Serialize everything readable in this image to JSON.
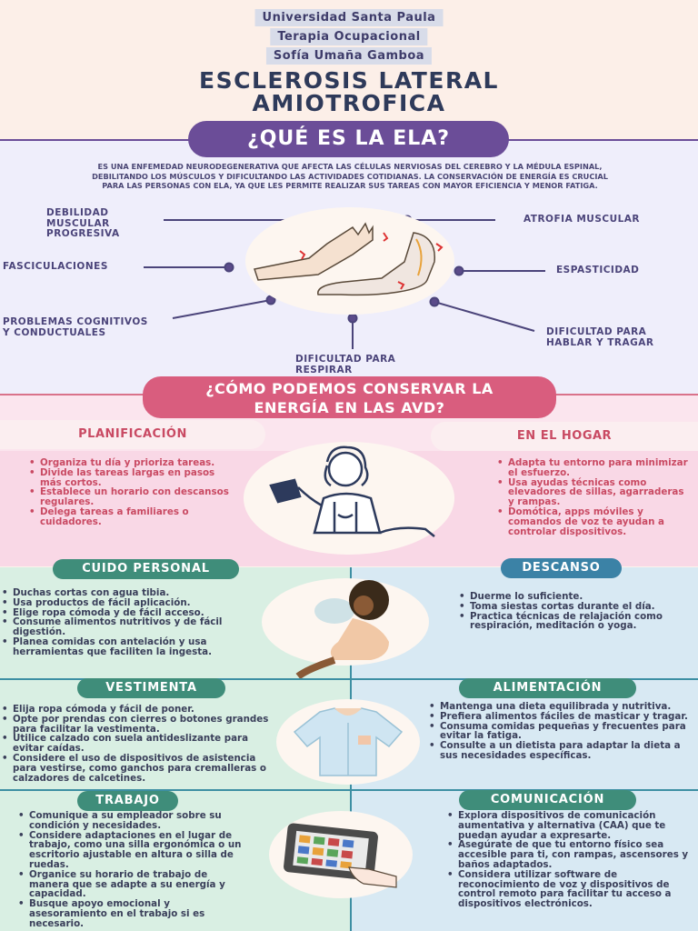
{
  "header": {
    "university": "Universidad Santa Paula",
    "program": "Terapia Ocupacional",
    "author": "Sofía Umaña Gamboa",
    "title_line1": "ESCLEROSIS LATERAL",
    "title_line2": "AMIOTROFICA"
  },
  "ela": {
    "question": "¿QUÉ ES LA ELA?",
    "description": "ES UNA ENFEMEDAD NEURODEGENERATIVA QUE AFECTA LAS CÉLULAS NERVIOSAS DEL CEREBRO Y LA MÉDULA ESPINAL, DEBILITANDO LOS MÚSCULOS Y DIFICULTANDO LAS ACTIVIDADES COTIDIANAS. LA CONSERVACIÓN DE ENERGÍA ES CRUCIAL PARA LAS PERSONAS CON ELA, YA QUE LES PERMITE REALIZAR SUS TAREAS CON MAYOR EFICIENCIA Y MENOR FATIGA.",
    "symptoms": {
      "debilidad_1": "DEBILIDAD",
      "debilidad_2": "MUSCULAR",
      "debilidad_3": "PROGRESIVA",
      "atrofia": "ATROFIA MUSCULAR",
      "fasciculaciones": "FASCICULACIONES",
      "espasticidad": "ESPASTICIDAD",
      "cognitivos_1": "PROBLEMAS COGNITIVOS",
      "cognitivos_2": "Y CONDUCTUALES",
      "hablar_1": "DIFICULTAD PARA",
      "hablar_2": "HABLAR Y TRAGAR",
      "respirar_1": "DIFICULTAD PARA",
      "respirar_2": "RESPIRAR"
    }
  },
  "energy": {
    "question_line1": "¿CÓMO PODEMOS CONSERVAR LA",
    "question_line2": "ENERGÍA EN LAS AVD?",
    "planificacion": {
      "title": "PLANIFICACIÓN",
      "items": [
        "Organiza tu día y prioriza tareas.",
        "Divide las tareas largas en pasos más cortos.",
        "Establece un horario con descansos regulares.",
        "Delega tareas a familiares o cuidadores."
      ]
    },
    "hogar": {
      "title": "EN EL HOGAR",
      "items": [
        "Adapta tu entorno para minimizar el esfuerzo.",
        "Usa ayudas técnicas como elevadores de sillas, agarraderas y rampas.",
        "Domótica, apps móviles y comandos de voz te ayudan a controlar dispositivos."
      ]
    }
  },
  "cuido": {
    "title": "CUIDO PERSONAL",
    "items": [
      "Duchas cortas con agua tibia.",
      "Usa productos de fácil aplicación.",
      "Elige ropa cómoda y de fácil acceso.",
      "Consume alimentos nutritivos y de fácil digestión.",
      "Planea comidas con antelación y usa herramientas que faciliten la ingesta."
    ]
  },
  "descanso": {
    "title": "DESCANSO",
    "items": [
      "Duerme lo suficiente.",
      "Toma siestas cortas durante el día.",
      "Practica técnicas de relajación como respiración, meditación o yoga."
    ]
  },
  "vestimenta": {
    "title": "VESTIMENTA",
    "items": [
      "Elija ropa cómoda y fácil de poner.",
      "Opte por prendas con cierres o botones grandes para facilitar la vestimenta.",
      "Utilice calzado con suela antideslizante para evitar caídas.",
      "Considere el uso de dispositivos de asistencia para vestirse, como ganchos para cremalleras o calzadores de calcetines."
    ]
  },
  "alimentacion": {
    "title": "ALIMENTACIÓN",
    "items": [
      "Mantenga una dieta equilibrada y nutritiva.",
      "Prefiera alimentos fáciles de masticar y tragar.",
      "Consuma comidas pequeñas y frecuentes para evitar la fatiga.",
      "Consulte a un dietista para adaptar la dieta a sus necesidades específicas."
    ]
  },
  "trabajo": {
    "title": "TRABAJO",
    "items": [
      "Comunique a su empleador sobre su condición y necesidades.",
      "Considere adaptaciones en el lugar de trabajo, como una silla ergonómica o un escritorio ajustable en altura o silla de ruedas.",
      "Organice su horario de trabajo de manera que se adapte a su energía y capacidad.",
      "Busque apoyo emocional y asesoramiento en el trabajo si es necesario."
    ]
  },
  "comunicacion": {
    "title": "COMUNICACIÓN",
    "items": [
      "Explora dispositivos de comunicación aumentativa y alternativa (CAA) que te puedan ayudar a expresarte.",
      "Asegúrate de que tu entorno físico sea accesible para ti, con rampas, ascensores y baños adaptados.",
      "Considera utilizar software de reconocimiento de voz y dispositivos de control remoto para facilitar tu acceso a dispositivos electrónicos."
    ]
  },
  "colors": {
    "purple": "#6b4d98",
    "pink": "#d95d7e",
    "teal_green": "#3f8d7a",
    "teal_blue": "#3b82a6",
    "navy": "#2e3a5a"
  },
  "icons": [
    "arm-leg-illustration",
    "ironing-woman-illustration",
    "resting-woman-illustration",
    "shirt-illustration",
    "tablet-communication-illustration"
  ]
}
